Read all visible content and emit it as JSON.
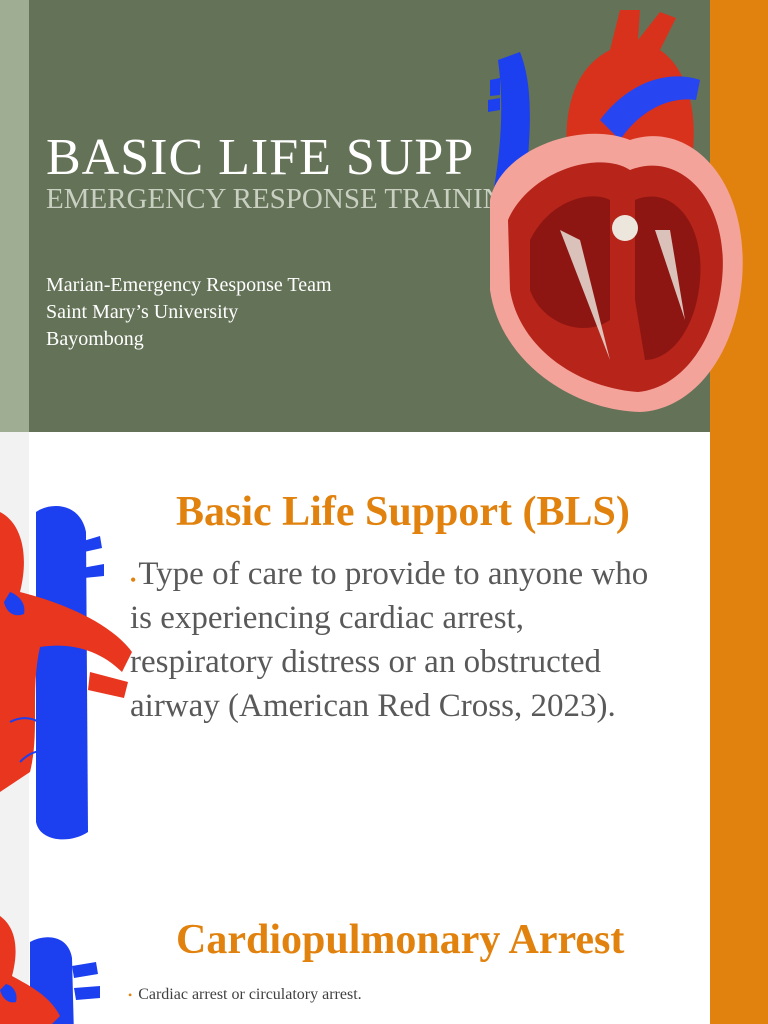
{
  "slide1": {
    "title": "BASIC LIFE SUPP",
    "subtitle": "EMERGENCY RESPONSE TRAINING 2",
    "org_lines": [
      "Marian-Emergency Response Team",
      "Saint Mary’s University",
      "Bayombong"
    ]
  },
  "slide2": {
    "heading": "Basic Life Support (BLS)",
    "bullet": "Type of care to provide to anyone who is experiencing cardiac arrest, respiratory distress or an obstructed airway (American Red Cross, 2023)."
  },
  "slide3": {
    "heading": "Cardiopulmonary Arrest",
    "bullet": "Cardiac arrest or circulatory arrest."
  },
  "colors": {
    "accent": "#e1820f",
    "olive": "#647257",
    "heart_red": "#e8361f",
    "vein_blue": "#1c3ff0"
  },
  "icons": {
    "bullet": "orange-bullet-dot",
    "heart": "heart-anatomy-illustration"
  }
}
